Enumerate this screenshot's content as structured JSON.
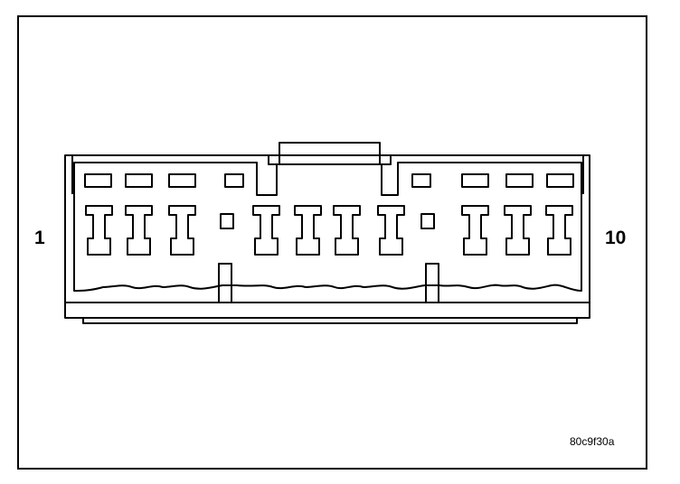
{
  "diagram": {
    "pin_first_label": "1",
    "pin_last_label": "10",
    "reference_code": "80c9f30a"
  },
  "colors": {
    "stroke": "#000000",
    "background": "#ffffff"
  }
}
